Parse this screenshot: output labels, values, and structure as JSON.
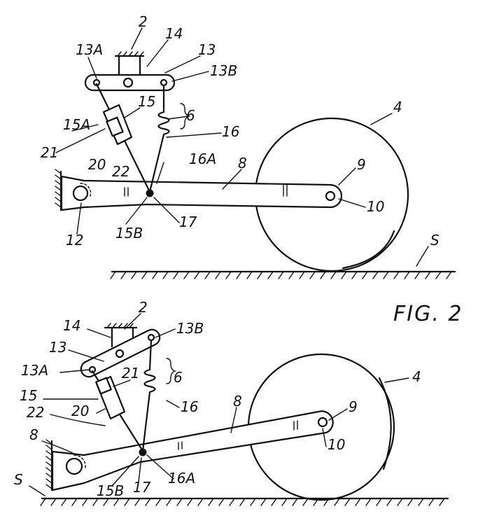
{
  "figure_label": "FIG. 2",
  "top": {
    "labels": {
      "n2": "2",
      "n14": "14",
      "n13A": "13A",
      "n13": "13",
      "n13B": "13B",
      "n15": "15",
      "n15A": "15A",
      "n6": "6",
      "n16": "16",
      "n4": "4",
      "n21": "21",
      "n20": "20",
      "n22": "22",
      "n16A": "16A",
      "n8": "8",
      "n9": "9",
      "n10": "10",
      "n12": "12",
      "n15B": "15B",
      "n17": "17",
      "nS": "S"
    }
  },
  "bottom": {
    "labels": {
      "n2": "2",
      "n14": "14",
      "n13B": "13B",
      "n13": "13",
      "n13A": "13A",
      "n21": "21",
      "n6": "6",
      "n4": "4",
      "n15": "15",
      "n20": "20",
      "n16": "16",
      "n8_arm": "8",
      "n9": "9",
      "n22": "22",
      "n8": "8",
      "n10": "10",
      "nS": "S",
      "n15B": "15B",
      "n17": "17",
      "n16A": "16A"
    }
  }
}
